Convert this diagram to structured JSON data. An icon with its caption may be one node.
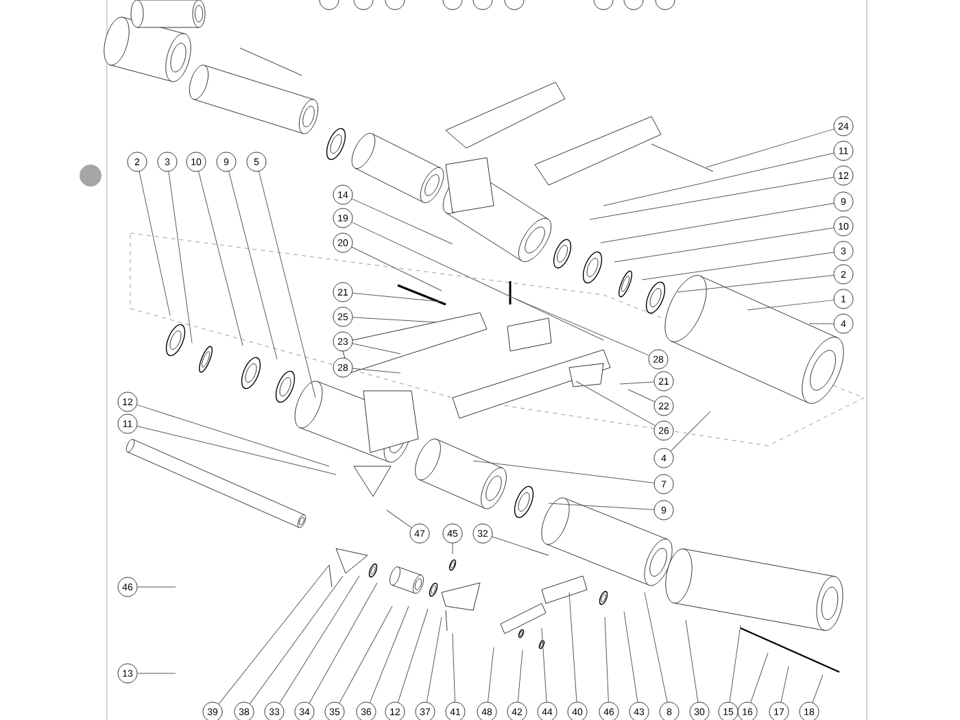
{
  "diagram": {
    "nodes": [
      {
        "text": [
          "2"
        ]
      },
      {
        "text": [
          "3"
        ]
      },
      {
        "text": [
          "10"
        ]
      },
      {
        "text": [
          "9"
        ]
      },
      {
        "text": [
          "5"
        ]
      },
      {
        "text": [
          "24"
        ]
      },
      {
        "text": [
          "11"
        ]
      },
      {
        "text": [
          "12"
        ]
      },
      {
        "text": [
          "9"
        ]
      },
      {
        "text": [
          "10"
        ]
      },
      {
        "text": [
          "3"
        ]
      },
      {
        "text": [
          "2"
        ]
      },
      {
        "text": [
          "1"
        ]
      },
      {
        "text": [
          "4"
        ]
      },
      {
        "text": [
          "14"
        ]
      },
      {
        "text": [
          "19"
        ]
      },
      {
        "text": [
          "20"
        ]
      },
      {
        "text": [
          "21"
        ]
      },
      {
        "text": [
          "25"
        ]
      },
      {
        "text": [
          "23"
        ]
      },
      {
        "text": [
          "28"
        ]
      },
      {
        "text": [
          "28"
        ]
      },
      {
        "text": [
          "21"
        ]
      },
      {
        "text": [
          "22"
        ]
      },
      {
        "text": [
          "26"
        ]
      },
      {
        "text": [
          "4"
        ]
      },
      {
        "text": [
          "7"
        ]
      },
      {
        "text": [
          "9"
        ]
      },
      {
        "text": [
          "12"
        ]
      },
      {
        "text": [
          "11"
        ]
      },
      {
        "text": [
          "47"
        ]
      },
      {
        "text": [
          "45"
        ]
      },
      {
        "text": [
          "32"
        ]
      },
      {
        "text": [
          "46"
        ]
      },
      {
        "text": [
          "13"
        ]
      },
      {
        "text": [
          "39"
        ]
      },
      {
        "text": [
          "38"
        ]
      },
      {
        "text": [
          "33"
        ]
      },
      {
        "text": [
          "34"
        ]
      },
      {
        "text": [
          "35"
        ]
      },
      {
        "text": [
          "36"
        ]
      },
      {
        "text": [
          "12"
        ]
      },
      {
        "text": [
          "37"
        ]
      },
      {
        "text": [
          "41"
        ]
      },
      {
        "text": [
          "48"
        ]
      },
      {
        "text": [
          "42"
        ]
      },
      {
        "text": [
          "44"
        ]
      },
      {
        "text": [
          "40"
        ]
      },
      {
        "text": [
          "46"
        ]
      },
      {
        "text": [
          "43"
        ]
      },
      {
        "text": [
          "8"
        ]
      },
      {
        "text": [
          "30"
        ]
      },
      {
        "text": [
          "15"
        ]
      },
      {
        "text": [
          "16"
        ]
      },
      {
        "text": [
          "17"
        ]
      },
      {
        "text": [
          "18"
        ]
      }
    ],
    "edges": [
      {
        "from": 0,
        "to": null,
        "arrow": "none"
      },
      {
        "from": 1,
        "to": null,
        "arrow": "none"
      },
      {
        "from": 2,
        "to": null,
        "arrow": "none"
      },
      {
        "from": 3,
        "to": null,
        "arrow": "none"
      },
      {
        "from": 4,
        "to": null,
        "arrow": "none"
      },
      {
        "from": 5,
        "to": null,
        "arrow": "none"
      },
      {
        "from": 6,
        "to": null,
        "arrow": "none"
      },
      {
        "from": 7,
        "to": null,
        "arrow": "none"
      },
      {
        "from": 8,
        "to": null,
        "arrow": "none"
      },
      {
        "from": 9,
        "to": null,
        "arrow": "none"
      },
      {
        "from": 10,
        "to": null,
        "arrow": "none"
      },
      {
        "from": 11,
        "to": null,
        "arrow": "none"
      },
      {
        "from": 12,
        "to": null,
        "arrow": "none"
      },
      {
        "from": 13,
        "to": null,
        "arrow": "none"
      },
      {
        "from": 14,
        "to": null,
        "arrow": "none"
      },
      {
        "from": 15,
        "to": null,
        "arrow": "none"
      },
      {
        "from": 16,
        "to": null,
        "arrow": "none"
      },
      {
        "from": 17,
        "to": null,
        "arrow": "none"
      },
      {
        "from": 18,
        "to": null,
        "arrow": "none"
      },
      {
        "from": 19,
        "to": null,
        "arrow": "none"
      },
      {
        "from": 20,
        "to": null,
        "arrow": "none"
      },
      {
        "from": 21,
        "to": null,
        "arrow": "none"
      },
      {
        "from": 22,
        "to": null,
        "arrow": "none"
      },
      {
        "from": 23,
        "to": null,
        "arrow": "none"
      },
      {
        "from": 24,
        "to": null,
        "arrow": "none"
      },
      {
        "from": 25,
        "to": null,
        "arrow": "none"
      },
      {
        "from": 26,
        "to": null,
        "arrow": "none"
      },
      {
        "from": 27,
        "to": null,
        "arrow": "none"
      },
      {
        "from": 28,
        "to": null,
        "arrow": "none"
      },
      {
        "from": 29,
        "to": null,
        "arrow": "none"
      },
      {
        "from": 30,
        "to": null,
        "arrow": "none"
      },
      {
        "from": 31,
        "to": null,
        "arrow": "none"
      },
      {
        "from": 32,
        "to": null,
        "arrow": "none"
      },
      {
        "from": 33,
        "to": null,
        "arrow": "none"
      },
      {
        "from": 34,
        "to": null,
        "arrow": "none"
      },
      {
        "from": 35,
        "to": null,
        "arrow": "none"
      },
      {
        "from": 36,
        "to": null,
        "arrow": "none"
      },
      {
        "from": 37,
        "to": null,
        "arrow": "none"
      },
      {
        "from": 38,
        "to": null,
        "arrow": "none"
      },
      {
        "from": 39,
        "to": null,
        "arrow": "none"
      },
      {
        "from": 40,
        "to": null,
        "arrow": "none"
      },
      {
        "from": 41,
        "to": null,
        "arrow": "none"
      },
      {
        "from": 42,
        "to": null,
        "arrow": "none"
      },
      {
        "from": 43,
        "to": null,
        "arrow": "none"
      },
      {
        "from": 44,
        "to": null,
        "arrow": "none"
      },
      {
        "from": 45,
        "to": null,
        "arrow": "none"
      },
      {
        "from": 46,
        "to": null,
        "arrow": "none"
      },
      {
        "from": 47,
        "to": null,
        "arrow": "none"
      },
      {
        "from": 48,
        "to": null,
        "arrow": "none"
      },
      {
        "from": 49,
        "to": null,
        "arrow": "none"
      },
      {
        "from": 50,
        "to": null,
        "arrow": "none"
      },
      {
        "from": 51,
        "to": null,
        "arrow": "none"
      },
      {
        "from": 52,
        "to": null,
        "arrow": "none"
      },
      {
        "from": 53,
        "to": null,
        "arrow": "none"
      },
      {
        "from": 54,
        "to": null,
        "arrow": "none"
      },
      {
        "from": 55,
        "to": null,
        "arrow": "none"
      }
    ]
  }
}
